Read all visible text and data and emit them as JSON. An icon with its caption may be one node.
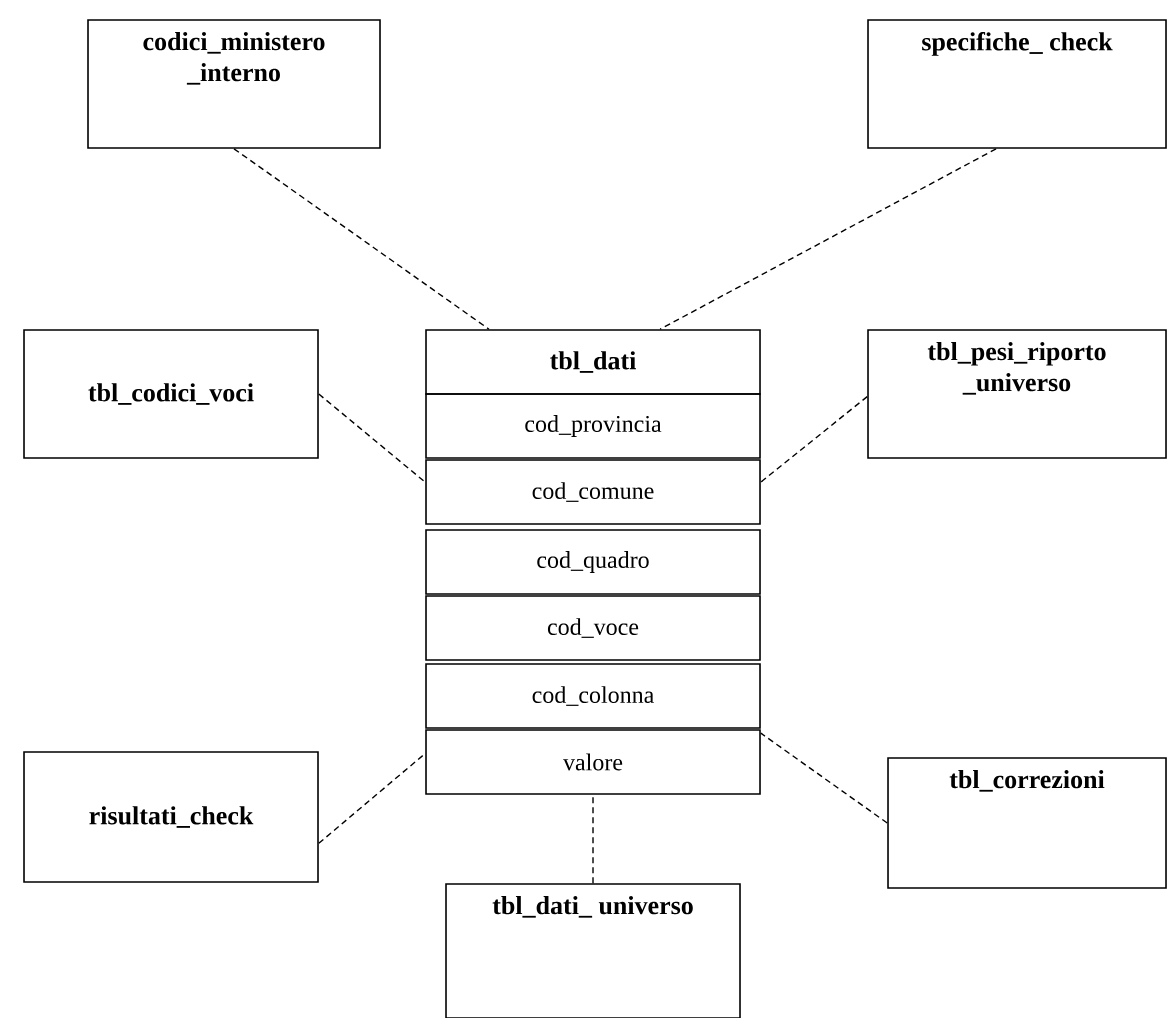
{
  "diagram": {
    "nodes": [
      {
        "text": [
          "codici_ministero _interno"
        ]
      },
      {
        "text": [
          "specifiche_ check"
        ]
      },
      {
        "text": [
          "tbl_codici_voci"
        ]
      },
      {
        "text": [
          "tbl_dati"
        ]
      },
      {
        "text": [
          "cod_provincia"
        ]
      },
      {
        "text": [
          "cod_comune"
        ]
      },
      {
        "text": [
          "cod_quadro"
        ]
      },
      {
        "text": [
          "cod_voce"
        ]
      },
      {
        "text": [
          "cod_colonna"
        ]
      },
      {
        "text": [
          "valore"
        ]
      },
      {
        "text": [
          "tbl_pesi_riporto _universo"
        ]
      },
      {
        "text": [
          "risultati_check"
        ]
      },
      {
        "text": [
          "tbl_correzioni"
        ]
      },
      {
        "text": [
          "tbl_dati_ universo"
        ]
      }
    ],
    "edges": [
      {
        "from": 0,
        "to": 3,
        "arrow": "none",
        "style": "dashed"
      },
      {
        "from": 1,
        "to": 3,
        "arrow": "none",
        "style": "dashed"
      },
      {
        "from": 2,
        "to": 5,
        "arrow": "none",
        "style": "dashed"
      },
      {
        "from": 10,
        "to": 5,
        "arrow": "none",
        "style": "dashed"
      },
      {
        "from": 11,
        "to": 9,
        "arrow": "none",
        "style": "dashed"
      },
      {
        "from": 12,
        "to": 9,
        "arrow": "none",
        "style": "dashed"
      },
      {
        "from": 13,
        "to": 9,
        "arrow": "none",
        "style": "dashed"
      }
    ]
  }
}
